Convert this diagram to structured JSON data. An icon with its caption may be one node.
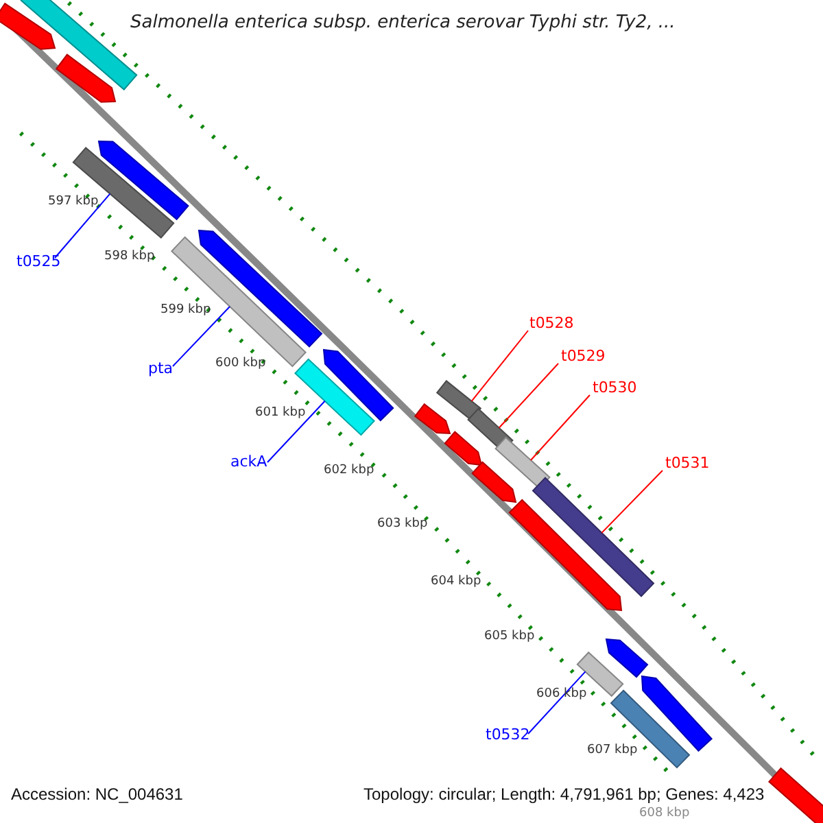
{
  "diagram": {
    "title": "Salmonella enterica subsp. enterica serovar Typhi str. Ty2, ...",
    "nodes": [
      {
        "text": [
          "t0525"
        ]
      },
      {
        "text": [],
        "shape": "bar"
      },
      {
        "text": [
          "pta"
        ]
      },
      {
        "text": [],
        "shape": "bar"
      },
      {
        "text": [
          "ackA"
        ]
      },
      {
        "text": [],
        "shape": "bar"
      },
      {
        "text": [
          "t0528"
        ]
      },
      {
        "text": [],
        "shape": "bar"
      },
      {
        "text": [
          "t0529"
        ]
      },
      {
        "text": [],
        "shape": "bar"
      },
      {
        "text": [
          "t0530"
        ]
      },
      {
        "text": [],
        "shape": "bar"
      },
      {
        "text": [
          "t0531"
        ]
      },
      {
        "text": [],
        "shape": "bar"
      },
      {
        "text": [
          "t0532"
        ]
      },
      {
        "text": [],
        "shape": "bar"
      },
      {
        "text": [],
        "shape": "bar"
      },
      {
        "text": [],
        "shape": "bar"
      },
      {
        "text": [],
        "shape": "bar"
      },
      {
        "text": [],
        "shape": "bar"
      },
      {
        "text": [],
        "shape": "bar"
      },
      {
        "text": [],
        "shape": "bar"
      },
      {
        "text": [],
        "shape": "bar"
      },
      {
        "text": [],
        "shape": "bar"
      },
      {
        "text": [],
        "shape": "bar"
      },
      {
        "text": [],
        "shape": "bar"
      },
      {
        "text": [],
        "shape": "bar"
      },
      {
        "text": [],
        "shape": "bar"
      },
      {
        "text": [],
        "shape": "bar"
      },
      {
        "text": [],
        "shape": "bar"
      }
    ],
    "edges": [
      {
        "from": 0,
        "to": 1,
        "arrow": "none",
        "color": "#0000ff"
      },
      {
        "from": 2,
        "to": 3,
        "arrow": "none",
        "color": "#0000ff"
      },
      {
        "from": 4,
        "to": 5,
        "arrow": "none",
        "color": "#0000ff"
      },
      {
        "from": 6,
        "to": 7,
        "arrow": "none",
        "color": "#ff0000"
      },
      {
        "from": 8,
        "to": 9,
        "arrow": "none",
        "color": "#ff0000"
      },
      {
        "from": 10,
        "to": 11,
        "arrow": "none",
        "color": "#ff0000"
      },
      {
        "from": 12,
        "to": 13,
        "arrow": "none",
        "color": "#ff0000"
      },
      {
        "from": 14,
        "to": 15,
        "arrow": "none",
        "color": "#0000ff"
      }
    ],
    "labels": [
      "597 kbp",
      "598 kbp",
      "599 kbp",
      "600 kbp",
      "601 kbp",
      "602 kbp",
      "603 kbp",
      "604 kbp",
      "605 kbp",
      "606 kbp",
      "607 kbp",
      "608 kbp",
      "Accession: NC_004631",
      "Topology: circular; Length: 4,791,961 bp; Genes: 4,423"
    ]
  }
}
